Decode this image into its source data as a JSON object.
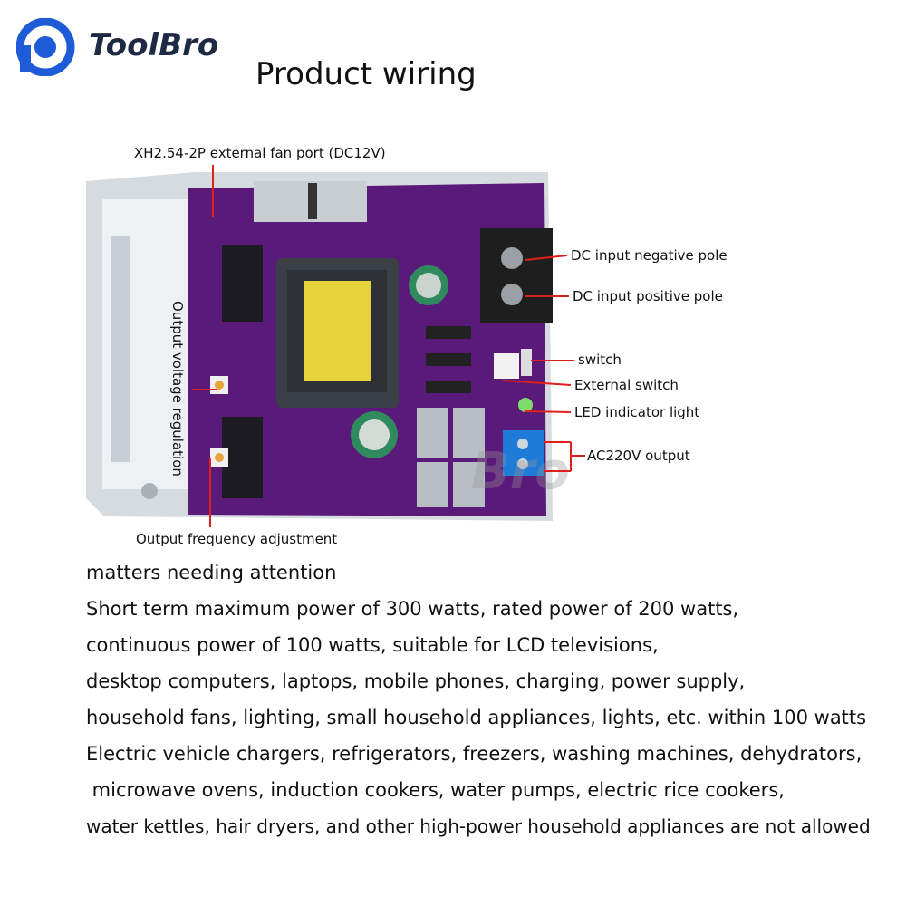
{
  "brand": {
    "name": "ToolBro",
    "logo_color": "#1e5bd6",
    "watermark": "Bro"
  },
  "title": "Product wiring",
  "labels": {
    "fan_port": "XH2.54-2P external fan port (DC12V)",
    "voltage_reg": "Output voltage regulation",
    "freq_adj": "Output frequency adjustment",
    "dc_neg": "DC input negative pole",
    "dc_pos": "DC input positive pole",
    "switch": "switch",
    "ext_switch": "External switch",
    "led": "LED indicator light",
    "ac_out": "AC220V output"
  },
  "notes": {
    "heading": "matters needing attention",
    "lines": [
      "Short term maximum power of 300 watts, rated power of 200 watts,",
      "continuous power of 100 watts, suitable for LCD televisions,",
      "desktop computers, laptops, mobile phones, charging, power supply,",
      "household fans, lighting, small household appliances, lights, etc. within 100 watts",
      "Electric vehicle chargers, refrigerators, freezers, washing machines, dehydrators,",
      " microwave ovens, induction cookers, water pumps, electric rice cookers,",
      "water kettles, hair dryers, and other high-power household appliances are not allowed"
    ]
  },
  "colors": {
    "board": "#5a1a7a",
    "line": "#e0201a",
    "case": "#d8dde2"
  }
}
